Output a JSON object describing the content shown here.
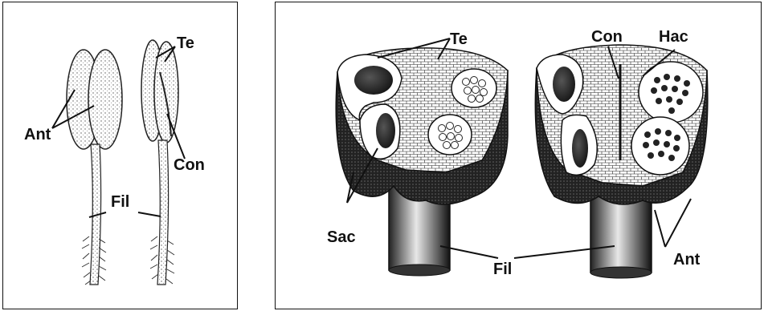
{
  "left_panel": {
    "labels": {
      "te": "Te",
      "ant": "Ant",
      "con": "Con",
      "fil": "Fil"
    }
  },
  "right_panel": {
    "labels": {
      "te": "Te",
      "con": "Con",
      "hac": "Hac",
      "sac": "Sac",
      "fil": "Fil",
      "ant": "Ant"
    }
  },
  "colors": {
    "ink": "#111111",
    "paper": "#ffffff",
    "stipple": "#9a9a9a"
  }
}
